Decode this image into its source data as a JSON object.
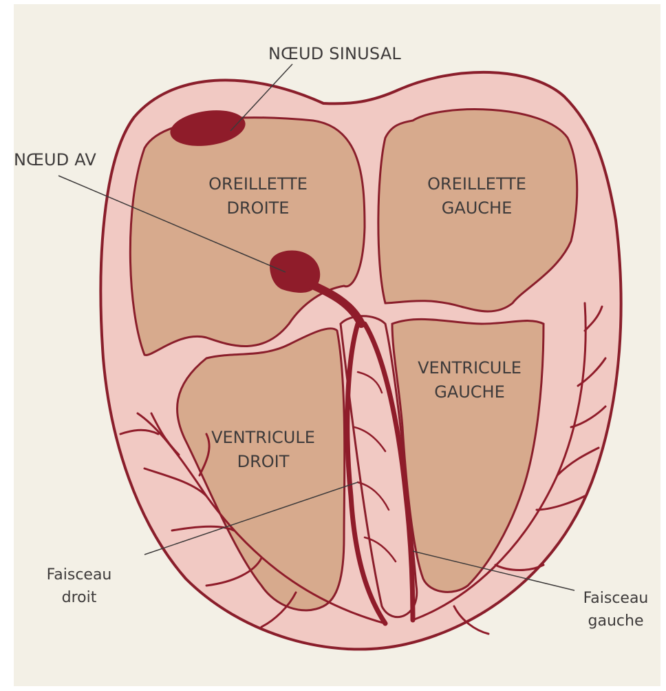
{
  "colors": {
    "background": "#f3f0e6",
    "heart_wall": "#f1c9c3",
    "chamber": "#d7aa8d",
    "outline": "#8a1e2b",
    "conduction": "#8f1c2a"
  },
  "labels": {
    "sa_node": "NŒUD SINUSAL",
    "av_node": "NŒUD AV",
    "right_atrium": [
      "OREILLETTE",
      "DROITE"
    ],
    "left_atrium": [
      "OREILLETTE",
      "GAUCHE"
    ],
    "left_ventricle": [
      "VENTRICULE",
      "GAUCHE"
    ],
    "right_ventricle": [
      "VENTRICULE",
      "DROIT"
    ],
    "right_bundle": [
      "Faisceau",
      "droit"
    ],
    "left_bundle": [
      "Faisceau",
      "gauche"
    ]
  }
}
